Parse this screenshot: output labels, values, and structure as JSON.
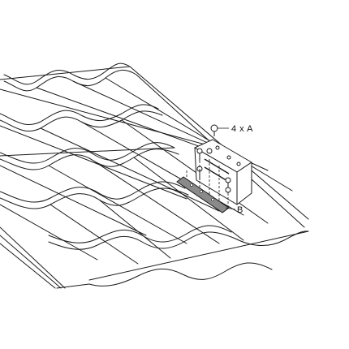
{
  "callouts": {
    "screws": "4 x A",
    "plate": "B"
  },
  "colors": {
    "line": "#1a1a1a",
    "plate_fill": "#8a8a8a",
    "background": "#ffffff"
  },
  "icons": {
    "screw": "screw-icon",
    "bracket": "roof-hook-bracket",
    "plate": "flashing-plate"
  }
}
